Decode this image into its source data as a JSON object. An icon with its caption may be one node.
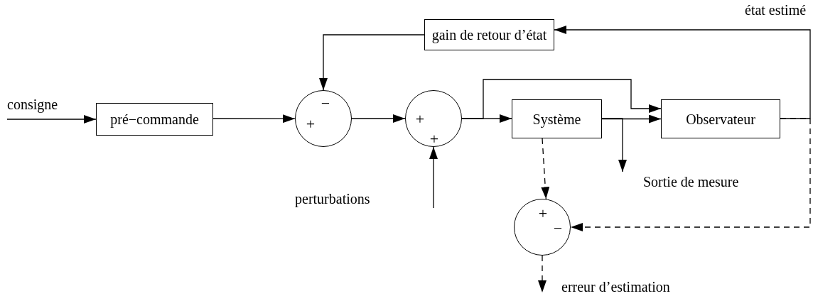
{
  "diagram": {
    "nodes": [
      {
        "text": [
          "gain de retour d’état"
        ]
      },
      {
        "text": [
          "pré−commande"
        ]
      },
      {
        "text": [
          "−",
          "+"
        ]
      },
      {
        "text": [
          "+",
          "+"
        ]
      },
      {
        "text": [
          "Système"
        ]
      },
      {
        "text": [
          "Observateur"
        ]
      },
      {
        "text": [
          "+",
          "−"
        ]
      }
    ],
    "edges": [
      {
        "from": null,
        "to": 1,
        "arrow": "to",
        "label": "consigne"
      },
      {
        "from": 1,
        "to": 2,
        "arrow": "to"
      },
      {
        "from": 0,
        "to": 2,
        "arrow": "to"
      },
      {
        "from": 2,
        "to": 3,
        "arrow": "to"
      },
      {
        "from": 3,
        "to": 4,
        "arrow": "to"
      },
      {
        "from": 3,
        "to": 5,
        "arrow": "to"
      },
      {
        "from": 4,
        "to": 5,
        "arrow": "to"
      },
      {
        "from": 5,
        "to": 0,
        "arrow": "to",
        "label": "état estimé"
      },
      {
        "from": 4,
        "to": null,
        "arrow": "to",
        "label": "Sortie de mesure"
      },
      {
        "from": null,
        "to": 3,
        "arrow": "to",
        "label": "perturbations"
      },
      {
        "from": 4,
        "to": 6,
        "arrow": "to",
        "style": "dashed"
      },
      {
        "from": 5,
        "to": 6,
        "arrow": "to",
        "style": "dashed"
      },
      {
        "from": 6,
        "to": null,
        "arrow": "to",
        "style": "dashed",
        "label": "erreur d’estimation"
      }
    ]
  }
}
